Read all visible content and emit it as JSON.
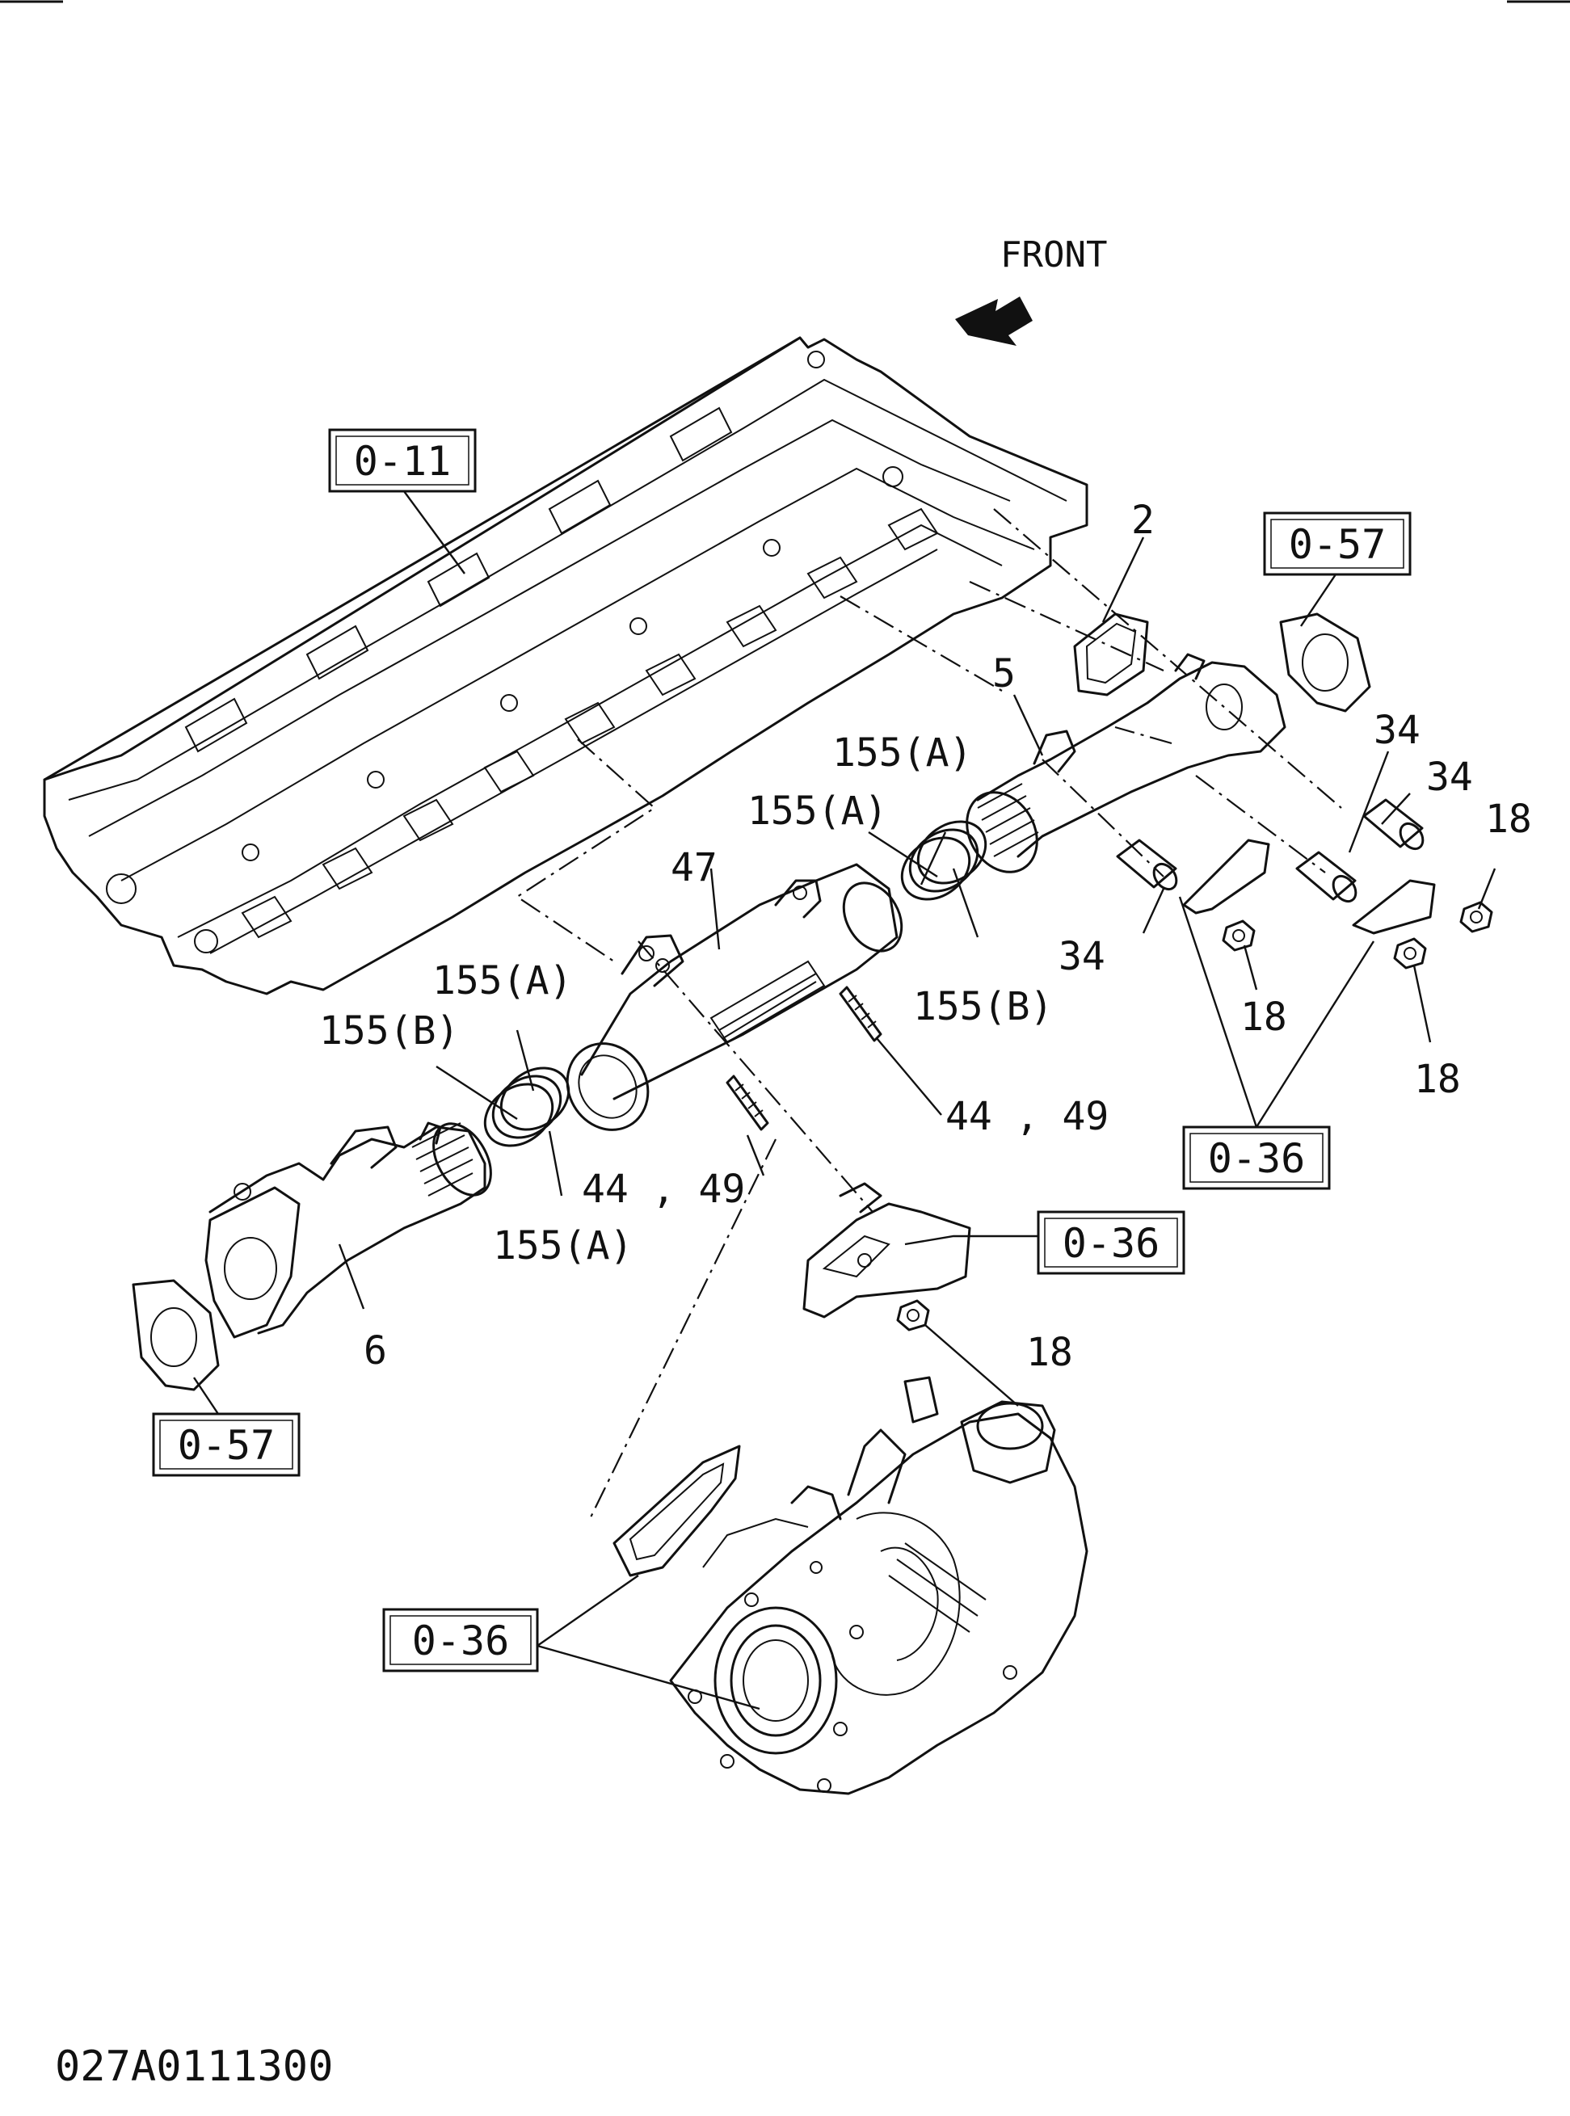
{
  "direction_label": "FRONT",
  "drawing_number": "027A0111300",
  "callouts": {
    "c2": "2",
    "c5": "5",
    "c6": "6",
    "c47": "47",
    "c34a": "34",
    "c34b": "34",
    "c34c": "34",
    "c18a": "18",
    "c18b": "18",
    "c18c": "18",
    "c18d": "18",
    "c155A_1": "155(A)",
    "c155A_2": "155(A)",
    "c155B_1": "155(B)",
    "c155A_3": "155(A)",
    "c155B_2": "155(B)",
    "c155A_4": "155(A)",
    "c4449_1": "44 , 49",
    "c4449_2": "44 , 49"
  },
  "references": {
    "r011": "0-11",
    "r057_top": "0-57",
    "r057_bottom": "0-57",
    "r036_right": "0-36",
    "r036_mid": "0-36",
    "r036_bottom": "0-36"
  },
  "icons": {
    "front_arrow": "front-arrow-icon"
  }
}
